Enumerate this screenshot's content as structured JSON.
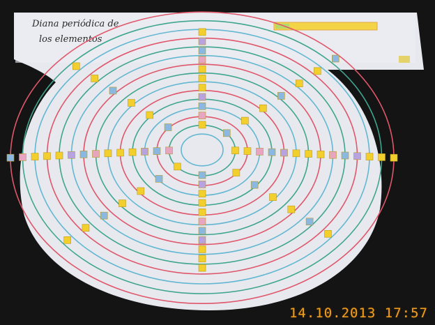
{
  "poster": {
    "title_line1": "Diana periódica de",
    "title_line2": "los elementos"
  },
  "photo": {
    "date_stamp": "14.10.2013 17:57"
  },
  "colors": {
    "background": "#141414",
    "paper": "#e7e9ef",
    "ring_red": "#e0566a",
    "ring_blue": "#63b7d0",
    "ring_green": "#3fa58e",
    "sticker_yellow": "#f2cf2d",
    "sticker_pink": "#e8a5c0",
    "sticker_blue": "#8ab8e0",
    "sticker_purple": "#b7a3df",
    "stamp": "#f0a01e"
  }
}
